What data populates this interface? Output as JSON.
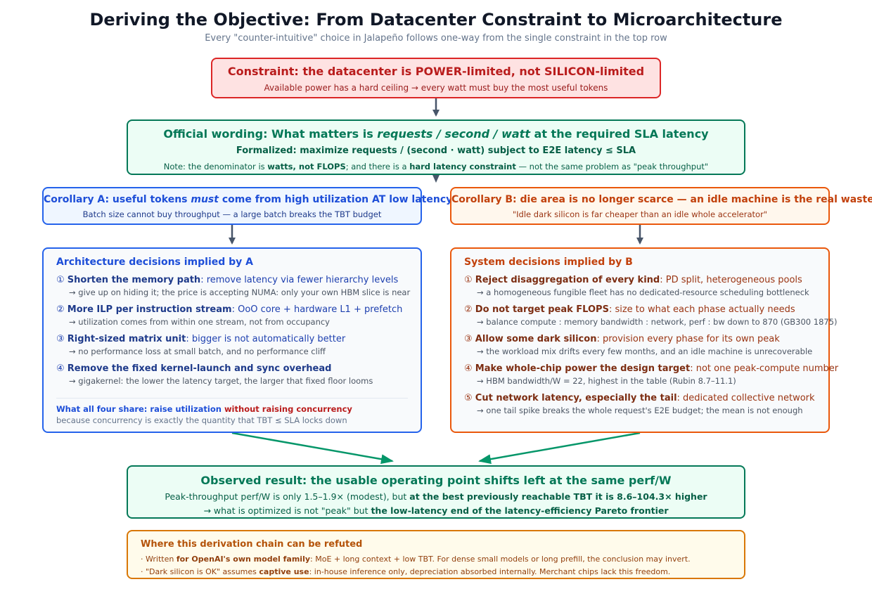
{
  "title": "Deriving the Objective: From Datacenter Constraint to Microarchitecture",
  "subtitle": "Every \"counter-intuitive\" choice in Jalapeño follows one-way from the single constraint in the top row",
  "constraint": {
    "heading": "Constraint: the datacenter is POWER-limited, not SILICON-limited",
    "sub": "Available power has a hard ceiling → every watt must buy the most useful tokens"
  },
  "official": {
    "heading_pre": "Official wording: What matters is ",
    "heading_em": "requests / second / watt",
    "heading_post": " at the required SLA latency",
    "formal": "Formalized: maximize requests / (second · watt) subject to E2E latency ≤ SLA",
    "note_pre": "Note: the denominator is ",
    "note_b1": "watts, not FLOPS",
    "note_mid": "; and there is a ",
    "note_b2": "hard latency constraint",
    "note_post": " — not the same problem as \"peak throughput\""
  },
  "corollary_a": {
    "heading_pre": "Corollary A: useful tokens ",
    "heading_em": "must",
    "heading_post": " come from high utilization AT low latency",
    "sub": "Batch size cannot buy throughput — a large batch breaks the TBT budget"
  },
  "corollary_b": {
    "heading": "Corollary B: die area is no longer scarce — an idle machine is the real waste",
    "sub": "\"Idle dark silicon is far cheaper than an idle whole accelerator\""
  },
  "arch": {
    "heading": "Architecture decisions implied by A",
    "items": [
      {
        "num": "①",
        "bold": "Shorten the memory path",
        "rest": ": remove latency via fewer hierarchy levels",
        "sub": "→ give up on hiding it; the price is accepting NUMA: only your own HBM slice is near"
      },
      {
        "num": "②",
        "bold": "More ILP per instruction stream",
        "rest": ": OoO core + hardware L1 + prefetch",
        "sub": "→ utilization comes from within one stream, not from occupancy"
      },
      {
        "num": "③",
        "bold": "Right-sized matrix unit",
        "rest": ": bigger is not automatically better",
        "sub": "→ no performance loss at small batch, and no performance cliff"
      },
      {
        "num": "④",
        "bold": "Remove the fixed kernel-launch and sync overhead",
        "rest": "",
        "sub": "→ gigakernel: the lower the latency target, the larger that fixed floor looms"
      }
    ],
    "share_blue": "What all four share: raise utilization ",
    "share_red": "without raising concurrency",
    "share_sub": "because concurrency is exactly the quantity that TBT ≤ SLA locks down"
  },
  "system": {
    "heading": "System decisions implied by B",
    "items": [
      {
        "num": "①",
        "bold": "Reject disaggregation of every kind",
        "rest": ": PD split, heterogeneous pools",
        "sub": "→ a homogeneous fungible fleet has no dedicated-resource scheduling bottleneck"
      },
      {
        "num": "②",
        "bold": "Do not target peak FLOPS",
        "rest": ": size to what each phase actually needs",
        "sub": "→ balance compute : memory bandwidth : network, perf : bw down to 870 (GB300 1875)"
      },
      {
        "num": "③",
        "bold": "Allow some dark silicon",
        "rest": ": provision every phase for its own peak",
        "sub": "→ the workload mix drifts every few months, and an idle machine is unrecoverable"
      },
      {
        "num": "④",
        "bold": "Make whole-chip power the design target",
        "rest": ": not one peak-compute number",
        "sub": "→ HBM bandwidth/W = 22, highest in the table (Rubin 8.7–11.1)"
      },
      {
        "num": "⑤",
        "bold": "Cut network latency, especially the tail",
        "rest": ": dedicated collective network",
        "sub": "→ one tail spike breaks the whole request's E2E budget; the mean is not enough"
      }
    ]
  },
  "result": {
    "heading": "Observed result: the usable operating point shifts left at the same perf/W",
    "line1_pre": "Peak-throughput perf/W is only 1.5–1.9× (modest), but ",
    "line1_b": "at the best previously reachable TBT it is 8.6–104.3× higher",
    "line2_pre": "→ what is optimized is not \"peak\" but ",
    "line2_b": "the low-latency end of the latency-efficiency Pareto frontier"
  },
  "refute": {
    "heading": "Where this derivation chain can be refuted",
    "l1_pre": "· Written ",
    "l1_b": "for OpenAI's own model family",
    "l1_post": ": MoE + long context + low TBT. For dense small models or long prefill, the conclusion may invert.",
    "l2_pre": "· \"Dark silicon is OK\" assumes ",
    "l2_b": "captive use",
    "l2_post": ": in-house inference only, depreciation absorbed internally. Merchant chips lack this freedom."
  },
  "colors": {
    "red": "#b91c1c",
    "green": "#047857",
    "blue": "#1d4ed8",
    "orange": "#c2410c",
    "arrow_gray": "#475569",
    "arrow_green": "#059669"
  }
}
